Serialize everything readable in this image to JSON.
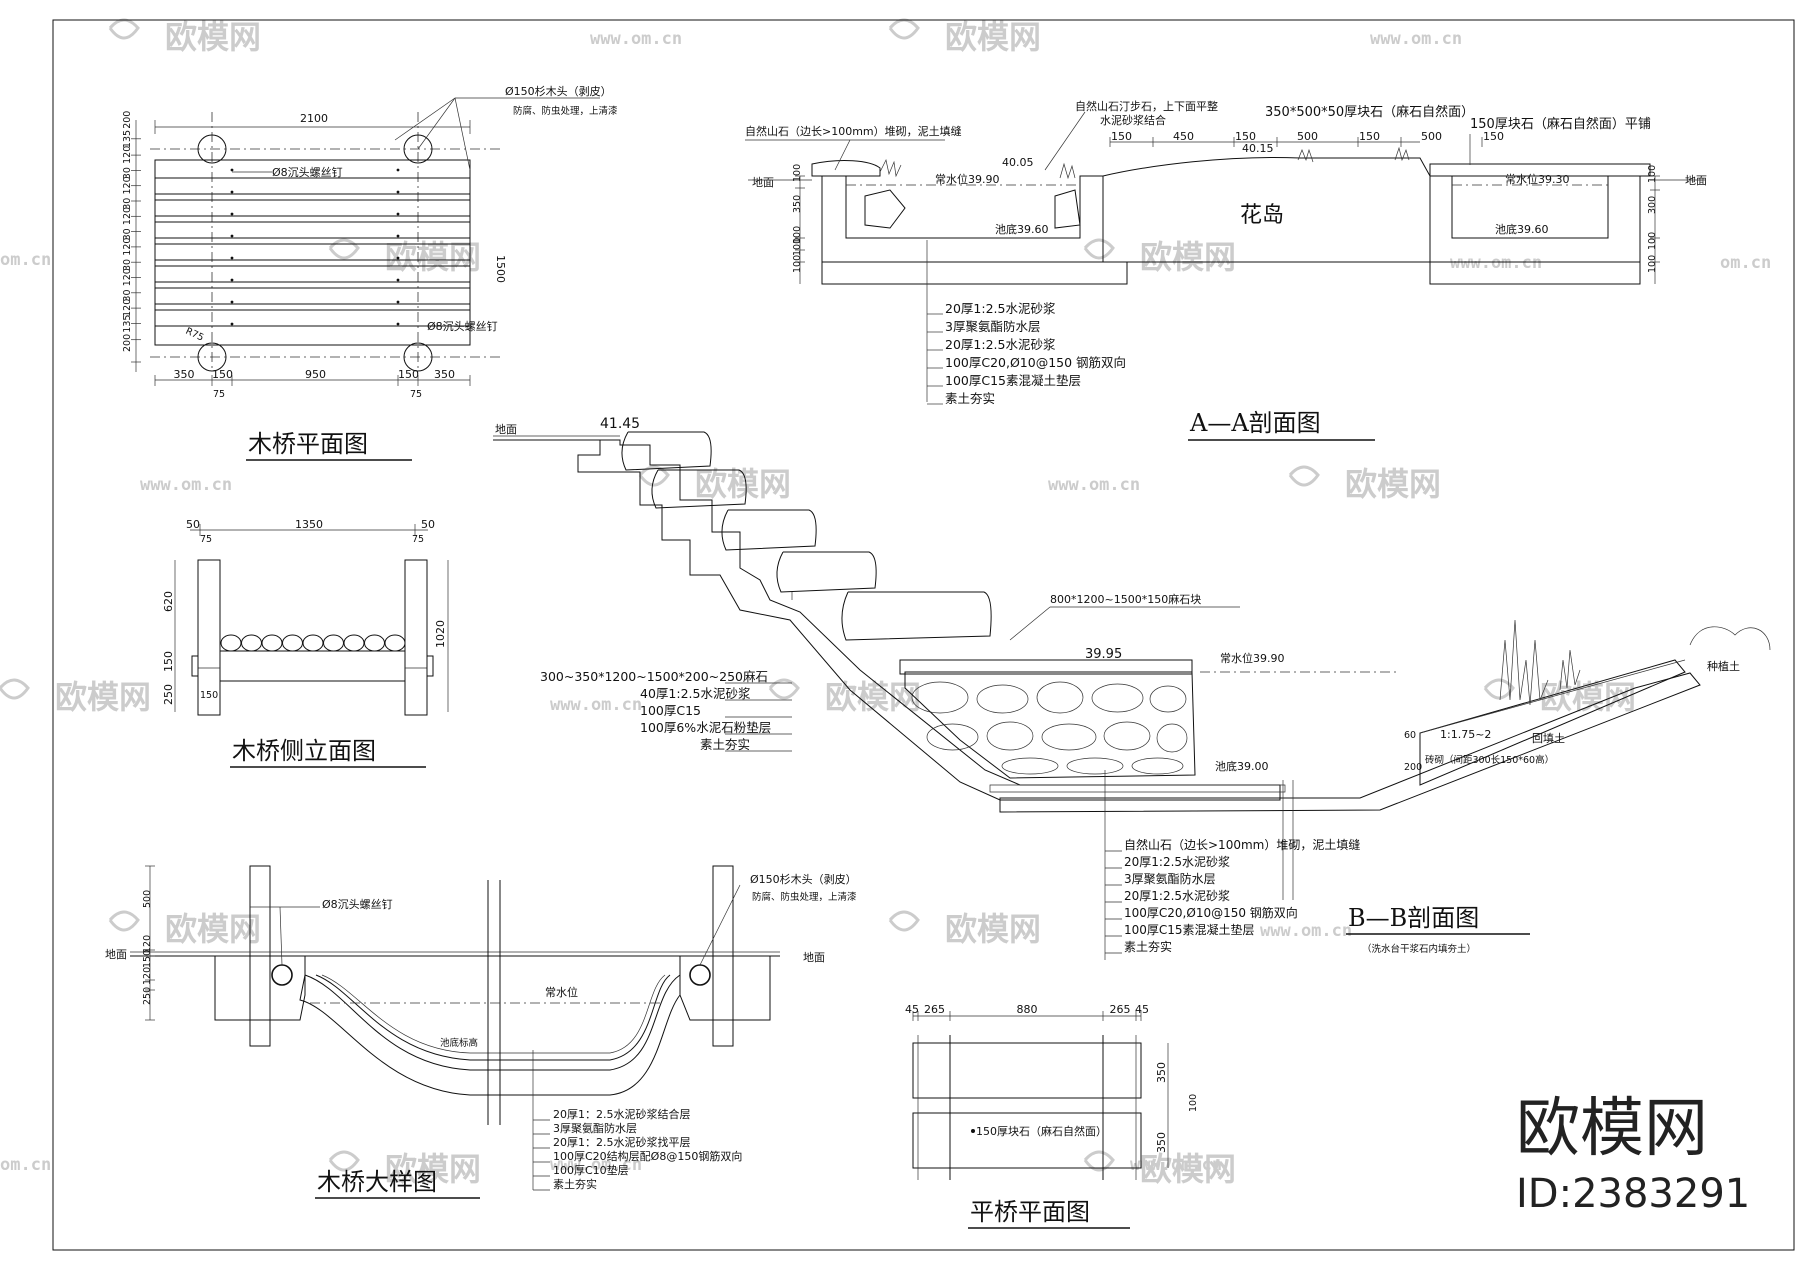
{
  "watermark": {
    "brand": "欧模网",
    "url": "www.om.cn",
    "url_partial": "om.cn"
  },
  "branding": {
    "name": "欧模网",
    "id": "ID:2383291"
  },
  "colors": {
    "line": "#111111",
    "hatch": "#555555",
    "watermark": "#cccccc",
    "background": "#ffffff"
  },
  "titles": {
    "bridge_plan": "木桥平面图",
    "bridge_side": "木桥侧立面图",
    "bridge_detail": "木桥大样图",
    "section_aa": "A—A剖面图",
    "section_bb": "B—B剖面图",
    "section_bb_note": "（洗水台干浆石内填夯土）",
    "flat_bridge_plan": "平桥平面图"
  },
  "bridge_plan": {
    "log_note_1": "Ø150杉木头（剥皮）",
    "log_note_2": "防腐、防虫处理，上清漆",
    "screw_top": "Ø8沉头螺丝钉",
    "screw_bottom": "Ø8沉头螺丝钉",
    "dim_top": "2100",
    "dim_bottom": [
      "350",
      "150",
      "950",
      "150",
      "350"
    ],
    "dim_bottom_sub": [
      "75",
      "75"
    ],
    "dim_left": [
      "200",
      "135",
      "120",
      "30",
      "120",
      "30",
      "120",
      "30",
      "120",
      "30",
      "120",
      "30",
      "120",
      "135",
      "200"
    ],
    "dim_right": "1500",
    "angle_label": "R75"
  },
  "bridge_side": {
    "dim_top": [
      "50",
      "1350",
      "50"
    ],
    "dim_top_sub": [
      "75",
      "75"
    ],
    "dim_left": [
      "620",
      "150",
      "250"
    ],
    "dim_right": "1020",
    "dim_inner": "150"
  },
  "bridge_detail": {
    "log_note_1": "Ø150杉木头（剥皮）",
    "log_note_2": "防腐、防虫处理，上清漆",
    "screw": "Ø8沉头螺丝钉",
    "ground_left": "地面",
    "ground_right": "地面",
    "water_level": "常水位",
    "pond_bottom": "池底标高",
    "dim_left": [
      "500",
      "120",
      "150",
      "120",
      "250"
    ],
    "layers": [
      "20厚1：2.5水泥砂浆结合层",
      "3厚聚氨酯防水层",
      "20厚1：2.5水泥砂浆找平层",
      "100厚C20结构层配Ø8@150钢筋双向",
      "100厚C10垫层",
      "素土夯实"
    ]
  },
  "section_aa": {
    "flower_island": "花岛",
    "note_rock": "自然山石（边长>100mm）堆砌，泥土填缝",
    "note_step": "自然山石汀步石，上下面平整",
    "note_step_2": "水泥砂浆结合",
    "note_block": "350*500*50厚块石（麻石自然面）",
    "note_block2": "150厚块石（麻石自然面）平铺",
    "ground_left": "地面",
    "ground_right": "地面",
    "elev_40_05": "40.05",
    "elev_40_15": "40.15",
    "water_left": "常水位39.90",
    "bottom_left": "池底39.60",
    "water_right": "常水位39.30",
    "bottom_right": "池底39.60",
    "dims_top": [
      "150",
      "450",
      "150",
      "500",
      "150",
      "500",
      "150"
    ],
    "dim_left": [
      "100",
      "350",
      "100",
      "100",
      "100"
    ],
    "dim_right": [
      "100",
      "300",
      "100",
      "100"
    ],
    "layers": [
      "20厚1:2.5水泥砂浆",
      "3厚聚氨酯防水层",
      "20厚1:2.5水泥砂浆",
      "100厚C20,Ø10@150 钢筋双向",
      "100厚C15素混凝土垫层",
      "素土夯实"
    ]
  },
  "section_bb": {
    "elev_top": "41.45",
    "ground": "地面",
    "note_block": "800*1200~1500*150麻石块",
    "elev_wall": "39.95",
    "water_level": "常水位39.90",
    "bottom": "池底39.00",
    "slope": "1:1.75~2",
    "plant_soil": "种植土",
    "backfill": "回填土",
    "brick_note": "砖砌（间距300长150*60高）",
    "dim_60": "60",
    "dim_200": "200",
    "step_layers": [
      "300~350*1200~1500*200~250麻石",
      "40厚1:2.5水泥砂浆",
      "100厚C15",
      "100厚6%水泥石粉垫层",
      "素土夯实"
    ],
    "layers": [
      "自然山石（边长>100mm）堆砌，泥土填缝",
      "20厚1:2.5水泥砂浆",
      "3厚聚氨酯防水层",
      "20厚1:2.5水泥砂浆",
      "100厚C20,Ø10@150 钢筋双向",
      "100厚C15素混凝土垫层",
      "素土夯实"
    ]
  },
  "flat_bridge": {
    "dims_top": [
      "45",
      "265",
      "880",
      "265",
      "45"
    ],
    "dims_right": [
      "350",
      "350"
    ],
    "dim_total": "100",
    "note": "150厚块石（麻石自然面）"
  }
}
